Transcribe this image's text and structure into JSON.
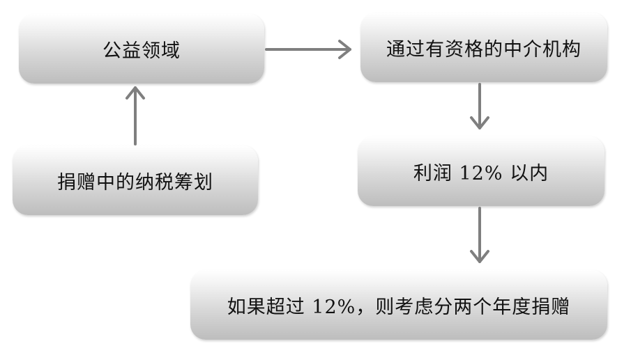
{
  "nodes": {
    "public_welfare_field": "公益领域",
    "qualified_intermediary": "通过有资格的中介机构",
    "donation_tax_planning": "捐赠中的纳税筹划",
    "profit_within_12": "利润 12% 以内",
    "exceed_12": "如果超过 12%，则考虑分两个年度捐赠"
  },
  "edges": [
    {
      "from": "donation_tax_planning",
      "to": "public_welfare_field"
    },
    {
      "from": "public_welfare_field",
      "to": "qualified_intermediary"
    },
    {
      "from": "qualified_intermediary",
      "to": "profit_within_12"
    },
    {
      "from": "profit_within_12",
      "to": "exceed_12"
    }
  ],
  "colors": {
    "arrow": "#7f7f7f",
    "box_top": "#ffffff",
    "box_bottom": "#bdbdbd"
  }
}
